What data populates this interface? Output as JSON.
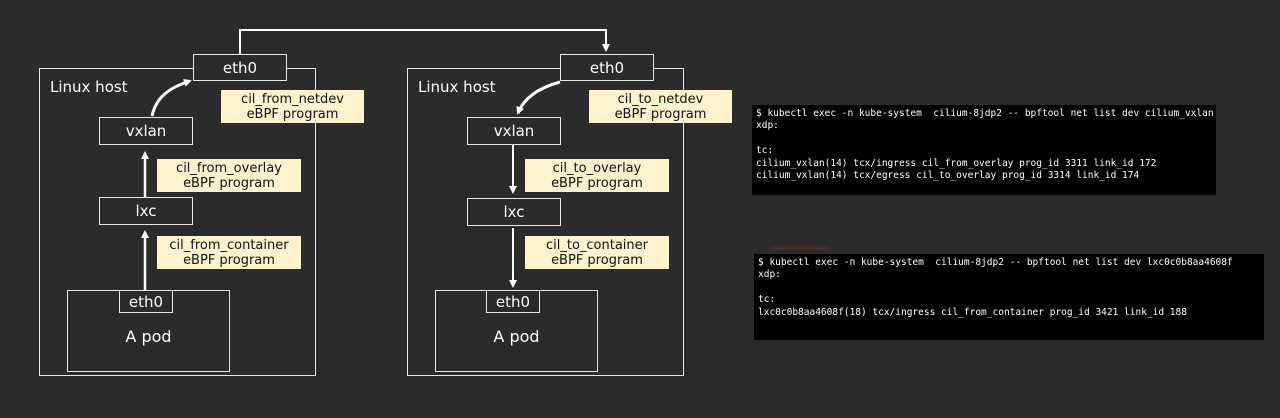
{
  "left": {
    "host_label": "Linux host",
    "eth0_label": "eth0",
    "vxlan_label": "vxlan",
    "lxc_label": "lxc",
    "pod_eth0_label": "eth0",
    "pod_label": "A pod",
    "notes": [
      {
        "line1": "cil_from_netdev",
        "line2": "eBPF program"
      },
      {
        "line1": "cil_from_overlay",
        "line2": "eBPF program"
      },
      {
        "line1": "cil_from_container",
        "line2": "eBPF program"
      }
    ]
  },
  "right": {
    "host_label": "Linux host",
    "eth0_label": "eth0",
    "vxlan_label": "vxlan",
    "lxc_label": "lxc",
    "pod_eth0_label": "eth0",
    "pod_label": "A pod",
    "notes": [
      {
        "line1": "cil_to_netdev",
        "line2": "eBPF program"
      },
      {
        "line1": "cil_to_overlay",
        "line2": "eBPF program"
      },
      {
        "line1": "cil_to_container",
        "line2": "eBPF program"
      }
    ]
  },
  "terminal1": {
    "lines": [
      "$ kubectl exec -n kube-system  cilium-8jdp2 -- bpftool net list dev cilium_vxlan",
      "xdp:",
      "",
      "tc:",
      "cilium_vxlan(14) tcx/ingress cil_from_overlay prog_id 3311 link_id 172",
      "cilium_vxlan(14) tcx/egress cil_to_overlay prog_id 3314 link_id 174"
    ]
  },
  "terminal2": {
    "lines": [
      "$ kubectl exec -n kube-system  cilium-8jdp2 -- bpftool net list dev lxc0c0b8aa4608f",
      "xdp:",
      "",
      "tc:",
      "lxc0c0b8aa4608f(18) tcx/ingress cil_from_container prog_id 3421 link_id 188"
    ]
  },
  "colors": {
    "background": "#2b2b2b",
    "line": "#e8e8e8",
    "note_fill": "#fff2cc",
    "terminal_bg": "#000000"
  }
}
